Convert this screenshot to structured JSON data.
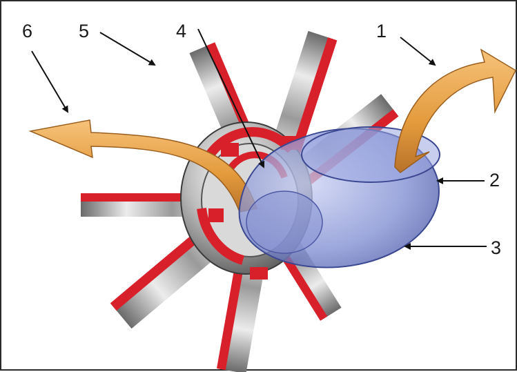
{
  "labels": {
    "l1": "1",
    "l2": "2",
    "l3": "3",
    "l4": "4",
    "l5": "5",
    "l6": "6"
  },
  "colors": {
    "frame": "#2a2a2a",
    "blade_red": "#d8202a",
    "blade_metal": "#c9c9c9",
    "housing_blue": "#6f7fc4",
    "flow_arrow": "#e8a24a",
    "leader_line": "#111111"
  }
}
